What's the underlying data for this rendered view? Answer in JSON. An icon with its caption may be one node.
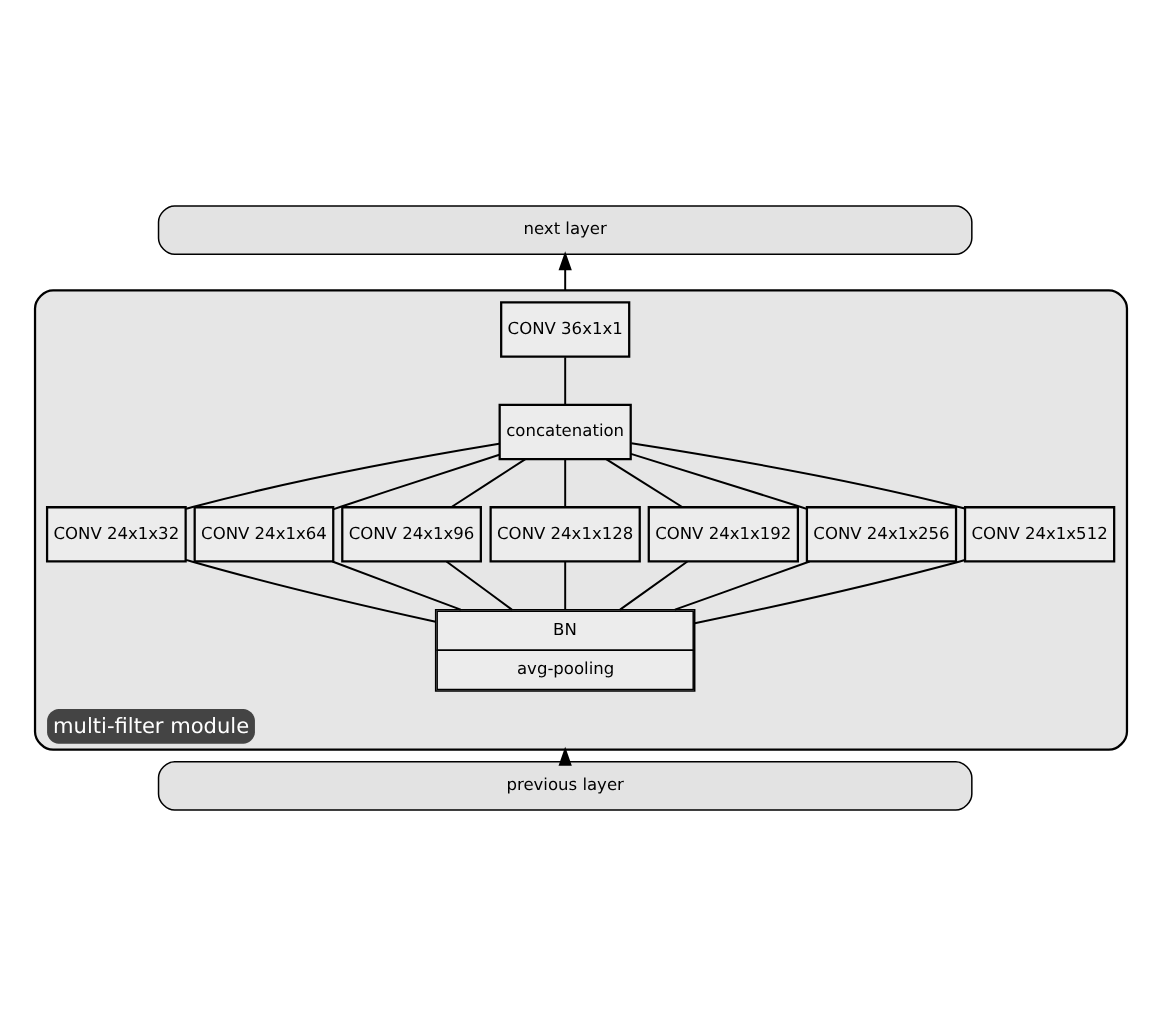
{
  "diagram": {
    "nodes": [
      {
        "text": [
          "next layer"
        ]
      },
      {
        "text": [
          "multi-filter module"
        ]
      },
      {
        "text": [
          "CONV 36x1x1"
        ],
        "in": 1
      },
      {
        "text": [
          "concatenation"
        ],
        "in": 1
      },
      {
        "text": [
          "CONV 24x1x32"
        ],
        "in": 1
      },
      {
        "text": [
          "CONV 24x1x64"
        ],
        "in": 1
      },
      {
        "text": [
          "CONV 24x1x96"
        ],
        "in": 1
      },
      {
        "text": [
          "CONV 24x1x128"
        ],
        "in": 1
      },
      {
        "text": [
          "CONV 24x1x192"
        ],
        "in": 1
      },
      {
        "text": [
          "CONV 24x1x256"
        ],
        "in": 1
      },
      {
        "text": [
          "CONV 24x1x512"
        ],
        "in": 1
      },
      {
        "text": [
          "BN",
          "avg-pooling"
        ],
        "in": 1
      },
      {
        "text": [
          "previous layer"
        ]
      }
    ],
    "edges": [
      {
        "from": 12,
        "to": 1,
        "arrow": "to"
      },
      {
        "from": 1,
        "to": 0,
        "arrow": "to"
      },
      {
        "from": 11,
        "to": 4,
        "arrow": "none"
      },
      {
        "from": 11,
        "to": 5,
        "arrow": "none"
      },
      {
        "from": 11,
        "to": 6,
        "arrow": "none"
      },
      {
        "from": 11,
        "to": 7,
        "arrow": "none"
      },
      {
        "from": 11,
        "to": 8,
        "arrow": "none"
      },
      {
        "from": 11,
        "to": 9,
        "arrow": "none"
      },
      {
        "from": 11,
        "to": 10,
        "arrow": "none"
      },
      {
        "from": 4,
        "to": 3,
        "arrow": "none"
      },
      {
        "from": 5,
        "to": 3,
        "arrow": "none"
      },
      {
        "from": 6,
        "to": 3,
        "arrow": "none"
      },
      {
        "from": 7,
        "to": 3,
        "arrow": "none"
      },
      {
        "from": 8,
        "to": 3,
        "arrow": "none"
      },
      {
        "from": 9,
        "to": 3,
        "arrow": "none"
      },
      {
        "from": 10,
        "to": 3,
        "arrow": "none"
      },
      {
        "from": 3,
        "to": 2,
        "arrow": "none"
      }
    ]
  }
}
